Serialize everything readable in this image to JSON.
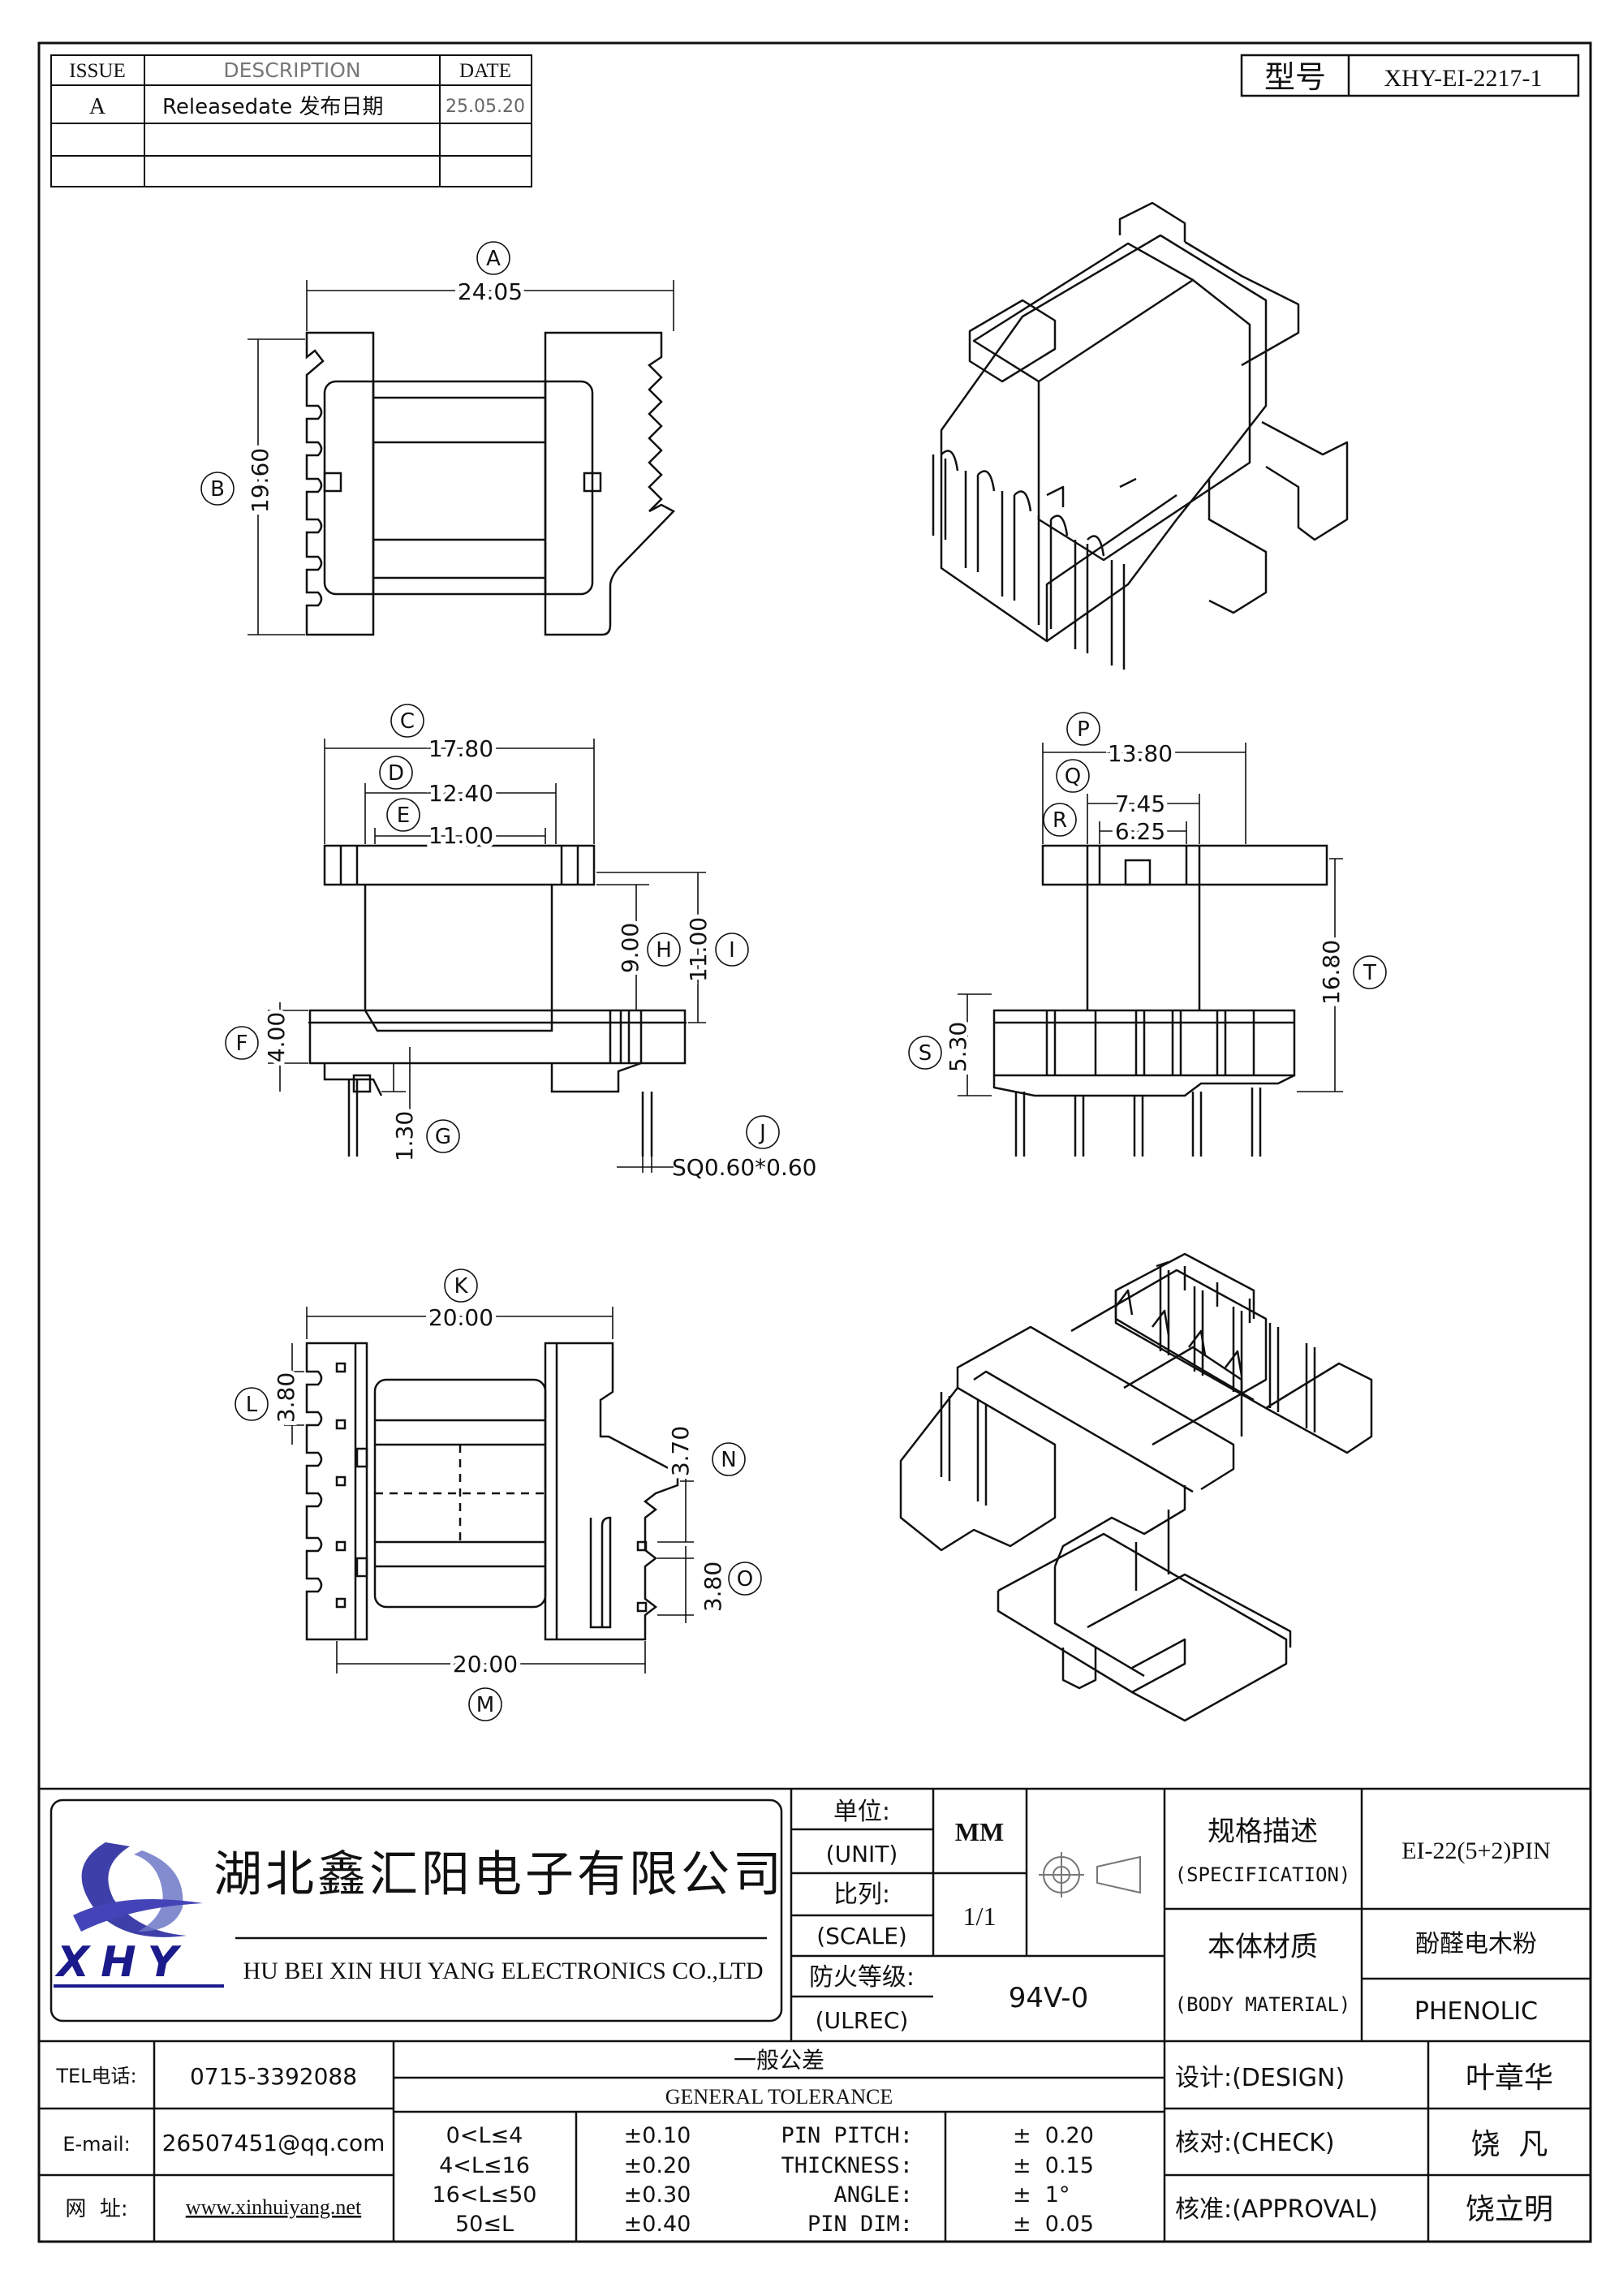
{
  "revision_table": {
    "headers": {
      "issue": "ISSUE",
      "description": "DESCRIPTION",
      "date": "DATE"
    },
    "rows": [
      {
        "issue": "A",
        "description": "Releasedate 发布日期",
        "date": "25.05.20"
      }
    ]
  },
  "model": {
    "label": "型号",
    "value": "XHY-EI-2217-1"
  },
  "dimensions": {
    "A": {
      "letter": "A",
      "value": "24.05"
    },
    "B": {
      "letter": "B",
      "value": "19.60"
    },
    "C": {
      "letter": "C",
      "value": "17.80"
    },
    "D": {
      "letter": "D",
      "value": "12.40"
    },
    "E": {
      "letter": "E",
      "value": "11.00"
    },
    "F": {
      "letter": "F",
      "value": "4.00"
    },
    "G": {
      "letter": "G",
      "value": "1.30"
    },
    "H": {
      "letter": "H",
      "value": "9.00"
    },
    "I": {
      "letter": "I",
      "value": "11.00"
    },
    "J": {
      "letter": "J",
      "value": "SQ0.60*0.60"
    },
    "K": {
      "letter": "K",
      "value": "20.00"
    },
    "L": {
      "letter": "L",
      "value": "3.80"
    },
    "M": {
      "letter": "M",
      "value": "20.00"
    },
    "N": {
      "letter": "N",
      "value": "3.70"
    },
    "O": {
      "letter": "O",
      "value": "3.80"
    },
    "P": {
      "letter": "P",
      "value": "13.80"
    },
    "Q": {
      "letter": "Q",
      "value": "7.45"
    },
    "R": {
      "letter": "R",
      "value": "6.25"
    },
    "S": {
      "letter": "S",
      "value": "5.30"
    },
    "T": {
      "letter": "T",
      "value": "16.80"
    }
  },
  "title_block": {
    "company_cn": "湖北鑫汇阳电子有限公司",
    "company_en": "HU BEI XIN HUI YANG ELECTRONICS CO.,LTD",
    "logo_text": "XHY",
    "unit_cn": "单位:",
    "unit_en": "(UNIT)",
    "unit_value": "MM",
    "scale_cn": "比列:",
    "scale_en": "(SCALE)",
    "scale_value": "1/1",
    "fire_cn": "防火等级:",
    "fire_en": "(ULREC)",
    "fire_value": "94V-0",
    "spec_cn": "规格描述",
    "spec_en": "(SPECIFICATION)",
    "spec_value": "EI-22(5+2)PIN",
    "material_cn": "本体材质",
    "material_en": "(BODY MATERIAL)",
    "material_value_cn": "酚醛电木粉",
    "material_value_en": "PHENOLIC",
    "tel_label": "TEL电话:",
    "tel_value": "0715-3392088",
    "email_label": "E-mail:",
    "email_value": "26507451@qq.com",
    "web_label": "网  址:",
    "web_value": "www.xinhuiyang.net",
    "tolerance_cn": "一般公差",
    "tolerance_en": "GENERAL TOLERANCE",
    "tolerance_rows": [
      {
        "range": "0<L≤4",
        "tol": "±0.10",
        "item": "PIN PITCH:",
        "val": "±  0.20"
      },
      {
        "range": "4<L≤16",
        "tol": "±0.20",
        "item": "THICKNESS:",
        "val": "±  0.15"
      },
      {
        "range": "16<L≤50",
        "tol": "±0.30",
        "item": "ANGLE:",
        "val": "±  1°"
      },
      {
        "range": "50≤L",
        "tol": "±0.40",
        "item": "PIN DIM:",
        "val": "±  0.05"
      }
    ],
    "design_label": "设计:(DESIGN)",
    "design_name": "叶章华",
    "check_label": "核对:(CHECK)",
    "check_name": "饶  凡",
    "approval_label": "核准:(APPROVAL)",
    "approval_name": "饶立明"
  }
}
